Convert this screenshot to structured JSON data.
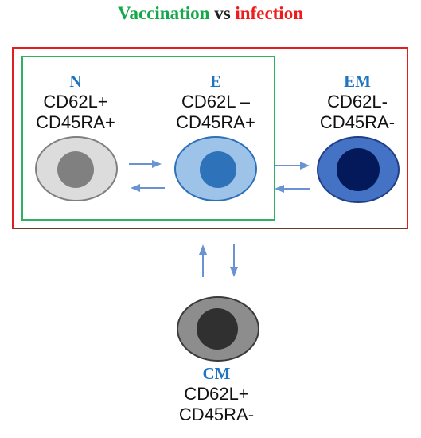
{
  "title": {
    "part1": "Vaccination",
    "part2": " vs ",
    "part3": "infection"
  },
  "colors": {
    "vaccination": "#14a84a",
    "infection": "#ee1c1c",
    "code_label": "#1f74c0",
    "arrow": "#6a93d4"
  },
  "cells": {
    "naive": {
      "code": "N",
      "marker1": "CD62L+",
      "marker2": "CD45RA+"
    },
    "effector": {
      "code": "E",
      "marker1": "CD62L –",
      "marker2": "CD45RA+"
    },
    "effector_memory": {
      "code": "EM",
      "marker1": "CD62L-",
      "marker2": "CD45RA-"
    },
    "central_memory": {
      "code": "CM",
      "marker1": "CD62L+",
      "marker2": "CD45RA-"
    }
  }
}
